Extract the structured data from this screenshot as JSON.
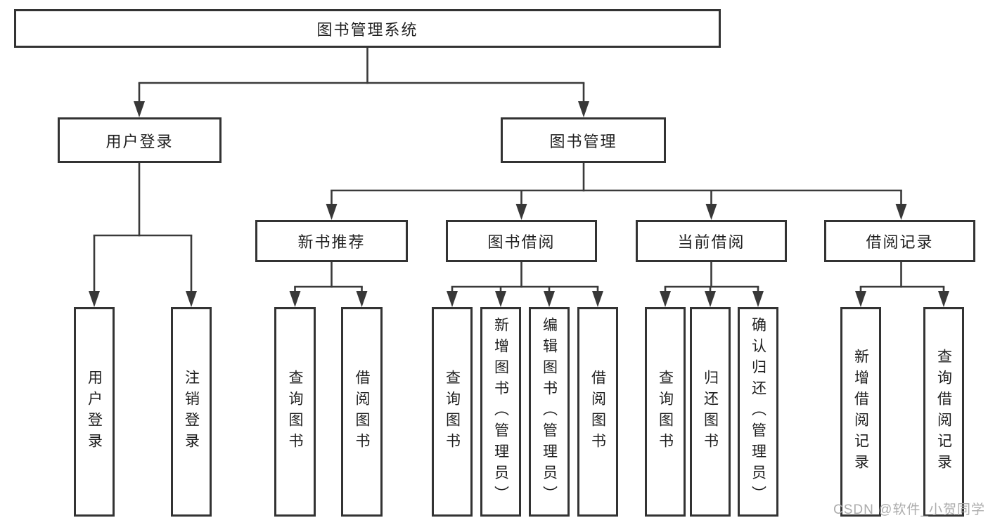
{
  "diagram_title": "图书管理系统",
  "tree": {
    "root": {
      "label": "图书管理系统"
    },
    "branches": [
      {
        "label": "用户登录",
        "children": [
          {
            "label": "用户登录"
          },
          {
            "label": "注销登录"
          }
        ]
      },
      {
        "label": "图书管理",
        "children": [
          {
            "label": "新书推荐",
            "children": [
              {
                "label": "查询图书"
              },
              {
                "label": "借阅图书"
              }
            ]
          },
          {
            "label": "图书借阅",
            "children": [
              {
                "label": "查询图书"
              },
              {
                "label": "新增图书（管理员）"
              },
              {
                "label": "编辑图书（管理员）"
              },
              {
                "label": "借阅图书"
              }
            ]
          },
          {
            "label": "当前借阅",
            "children": [
              {
                "label": "查询图书"
              },
              {
                "label": "归还图书"
              },
              {
                "label": "确认归还（管理员）"
              }
            ]
          },
          {
            "label": "借阅记录",
            "children": [
              {
                "label": "新增借阅记录"
              },
              {
                "label": "查询借阅记录"
              }
            ]
          }
        ]
      }
    ]
  },
  "watermark": "CSDN @软件_小贺同学",
  "colors": {
    "line": "#3a3a3a",
    "border": "#333333",
    "text": "#1f1f1f",
    "watermark": "#a8a8a8",
    "background": "#ffffff"
  }
}
